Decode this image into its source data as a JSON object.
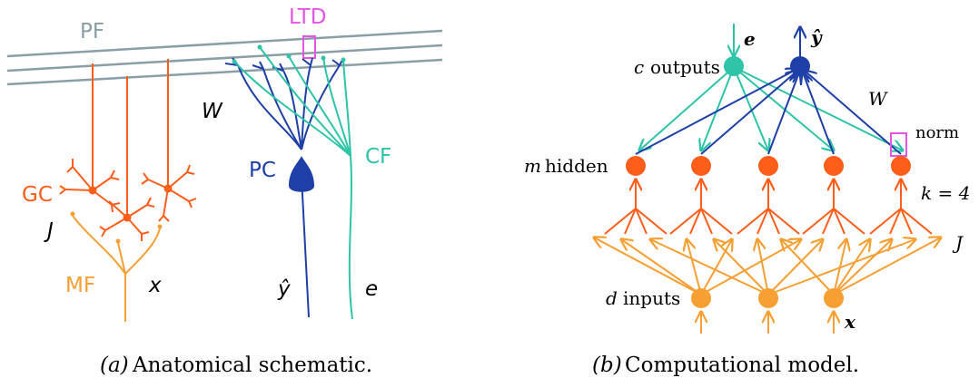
{
  "panel_a": {
    "caption_letter": "(a)",
    "caption_text": "Anatomical schematic.",
    "labels": {
      "pf": "PF",
      "ltd": "LTD",
      "w": "W",
      "pc": "PC",
      "cf": "CF",
      "gc": "GC",
      "j": "J",
      "mf": "MF",
      "x": "x",
      "yhat": "ŷ",
      "e": "e"
    }
  },
  "panel_b": {
    "caption_letter": "(b)",
    "caption_text": "Computational model.",
    "labels": {
      "e": "e",
      "yhat": "ŷ",
      "c": "c",
      "outputs": "outputs",
      "w": "W",
      "norm": "norm",
      "m": "m",
      "hidden": "hidden",
      "k_eq": "k = 4",
      "j": "J",
      "d": "d",
      "inputs": "inputs",
      "x": "x"
    }
  },
  "colors": {
    "parallel_fiber": "#8a9ea6",
    "ltd": "#e455e4",
    "purkinje": "#1f3fa8",
    "climbing_fiber": "#2ec4a8",
    "granule": "#ff5e1a",
    "mossy_fiber": "#f6a033",
    "text": "#000000"
  }
}
